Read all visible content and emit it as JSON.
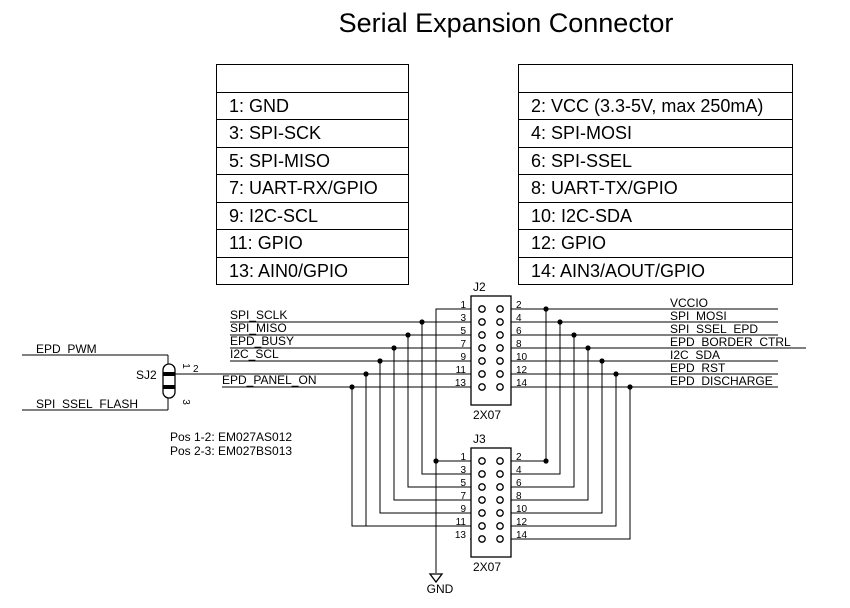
{
  "title": "Serial Expansion Connector",
  "left_table": [
    "",
    "1: GND",
    "3: SPI-SCK",
    "5: SPI-MISO",
    "7: UART-RX/GPIO",
    "9: I2C-SCL",
    "11: GPIO",
    "13: AIN0/GPIO"
  ],
  "right_table": [
    "",
    "2: VCC (3.3-5V, max 250mA)",
    "4: SPI-MOSI",
    "6: SPI-SSEL",
    "8: UART-TX/GPIO",
    "10: I2C-SDA",
    "12: GPIO",
    "14: AIN3/AOUT/GPIO"
  ],
  "schematic": {
    "j2_name": "J2",
    "j2_type": "2X07",
    "j3_name": "J3",
    "j3_type": "2X07",
    "odd_pins": [
      "1",
      "3",
      "5",
      "7",
      "9",
      "11",
      "13"
    ],
    "even_pins": [
      "2",
      "4",
      "6",
      "8",
      "10",
      "12",
      "14"
    ],
    "left_nets": [
      "SPI_SCLK",
      "SPI_MISO",
      "EPD_BUSY",
      "I2C_SCL",
      "EPD_PANEL_ON"
    ],
    "right_nets": [
      "VCCIO",
      "SPI_MOSI",
      "SPI_SSEL_EPD",
      "EPD_BORDER_CTRL",
      "I2C_SDA",
      "EPD_RST",
      "EPD_DISCHARGE"
    ],
    "jumper_name": "SJ2",
    "jumper_pins": [
      "1",
      "2",
      "3"
    ],
    "jumper_nets": [
      "EPD_PWM",
      "SPI_SSEL_FLASH"
    ],
    "pos_notes": [
      "Pos 1-2: EM027AS012",
      "Pos 2-3: EM027BS013"
    ],
    "gnd_label": "GND"
  }
}
